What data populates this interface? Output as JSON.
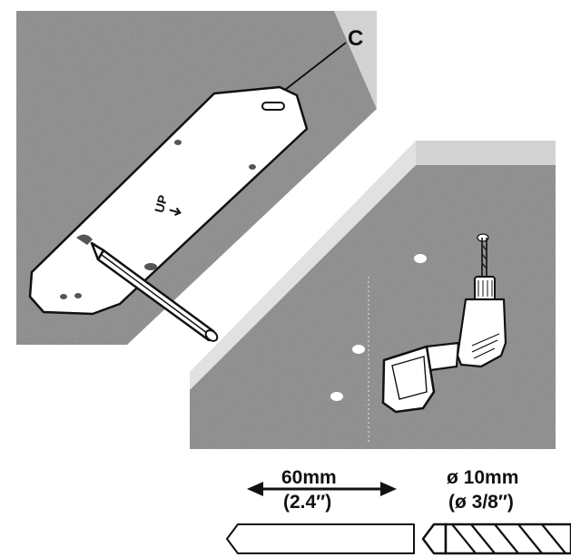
{
  "callout": {
    "label": "C"
  },
  "template": {
    "marking": "UP"
  },
  "drill_depth": {
    "metric": "60mm",
    "imperial": "(2.4″)"
  },
  "drill_bit": {
    "metric": "ø 10mm",
    "imperial": "(ø 3/8″)"
  },
  "icons": [
    "template-plate",
    "pencil-icon",
    "drill-icon",
    "drill-bit-icon",
    "depth-gauge-icon",
    "double-arrow-icon"
  ],
  "colors": {
    "surface": "#8c8c8c",
    "edge": "#d2d2d2",
    "line": "#111111",
    "paper": "#ffffff"
  }
}
